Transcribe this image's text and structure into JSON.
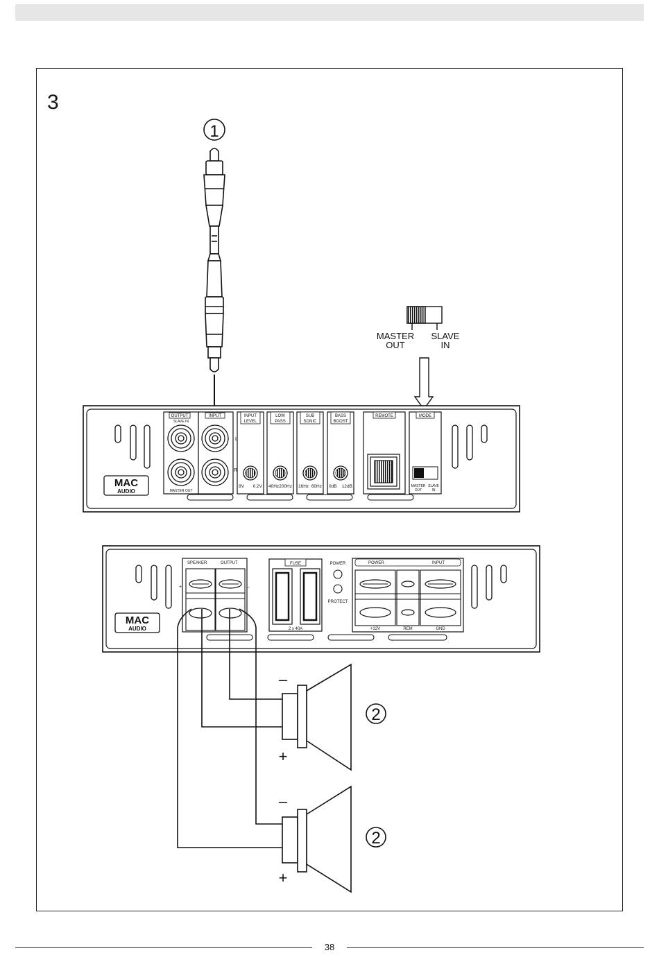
{
  "figure_number": "3",
  "callouts": {
    "rca_cable": "1",
    "speaker_top": "2",
    "speaker_bottom": "2"
  },
  "mode_switch": {
    "left_label": [
      "MASTER",
      "OUT"
    ],
    "right_label": [
      "SLAVE",
      "IN"
    ]
  },
  "amp_front": {
    "logo": {
      "line1": "MAC",
      "line2": "AUDIO"
    },
    "output_label": "OUTPUT",
    "slave_in_label": "SLAVE IN",
    "master_out_label": "MASTER OUT",
    "input_label": "INPUT",
    "channel_l": "L",
    "channel_r": "R",
    "controls": [
      {
        "label": [
          "INPUT",
          "LEVEL"
        ],
        "min": "8V",
        "max": "0.2V"
      },
      {
        "label": [
          "LOW",
          "PASS"
        ],
        "min": "40Hz",
        "max": "200Hz"
      },
      {
        "label": [
          "SUB",
          "SONIC"
        ],
        "min": "16Hz",
        "max": "60Hz"
      },
      {
        "label": [
          "BASS",
          "BOOST"
        ],
        "min": "0dB",
        "max": "12dB"
      }
    ],
    "remote_label": "REMOTE",
    "mode_label": "MODE",
    "mode_small_left": [
      "MASTER",
      "OUT"
    ],
    "mode_small_right": [
      "SLAVE",
      "IN"
    ]
  },
  "amp_rear": {
    "logo": {
      "line1": "MAC",
      "line2": "AUDIO"
    },
    "speaker_label": "SPEAKER",
    "output_label": "OUTPUT",
    "plus_sign": "+",
    "minus_sign": "–",
    "fuse_label": "FUSE",
    "fuse_rating": "2 x 40A",
    "power_led_label": "POWER",
    "protect_led_label": "PROTECT",
    "power_label": "POWER",
    "input_label": "INPUT",
    "terminals": [
      "+12V",
      "REM",
      "GND"
    ]
  },
  "speaker_polarity": {
    "minus": "–",
    "plus": "+"
  },
  "page_number": "38",
  "colors": {
    "line": "#1a1a1a",
    "panel_fill": "#ffffff",
    "topbar": "#e6e6e6"
  }
}
